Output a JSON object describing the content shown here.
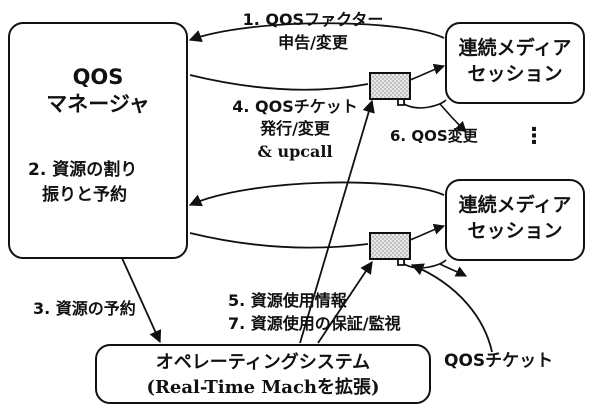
{
  "qos_manager": {
    "title_line1": "QOS",
    "title_line2": "マネージャ",
    "step2_line1": "2. 資源の割り",
    "step2_line2": "振りと予約"
  },
  "media_sessions": [
    {
      "line1": "連続メディア",
      "line2": "セッション"
    },
    {
      "line1": "連続メディア",
      "line2": "セッション"
    }
  ],
  "os_box": {
    "line1": "オペレーティングシステム",
    "line2": "(Real-Time Machを拡張)"
  },
  "labels": {
    "step1_line1": "1. QOSファクター",
    "step1_line2": "申告/変更",
    "step4_line1": "4. QOSチケット",
    "step4_line2": "発行/変更",
    "step4_line3": "& upcall",
    "step6": "6. QOS変更",
    "ellipsis": "⋮",
    "step3": "3. 資源の予約",
    "step5": "5. 資源使用情報",
    "step7": "7. 資源使用の保証/監視",
    "qos_ticket": "QOSチケット"
  }
}
